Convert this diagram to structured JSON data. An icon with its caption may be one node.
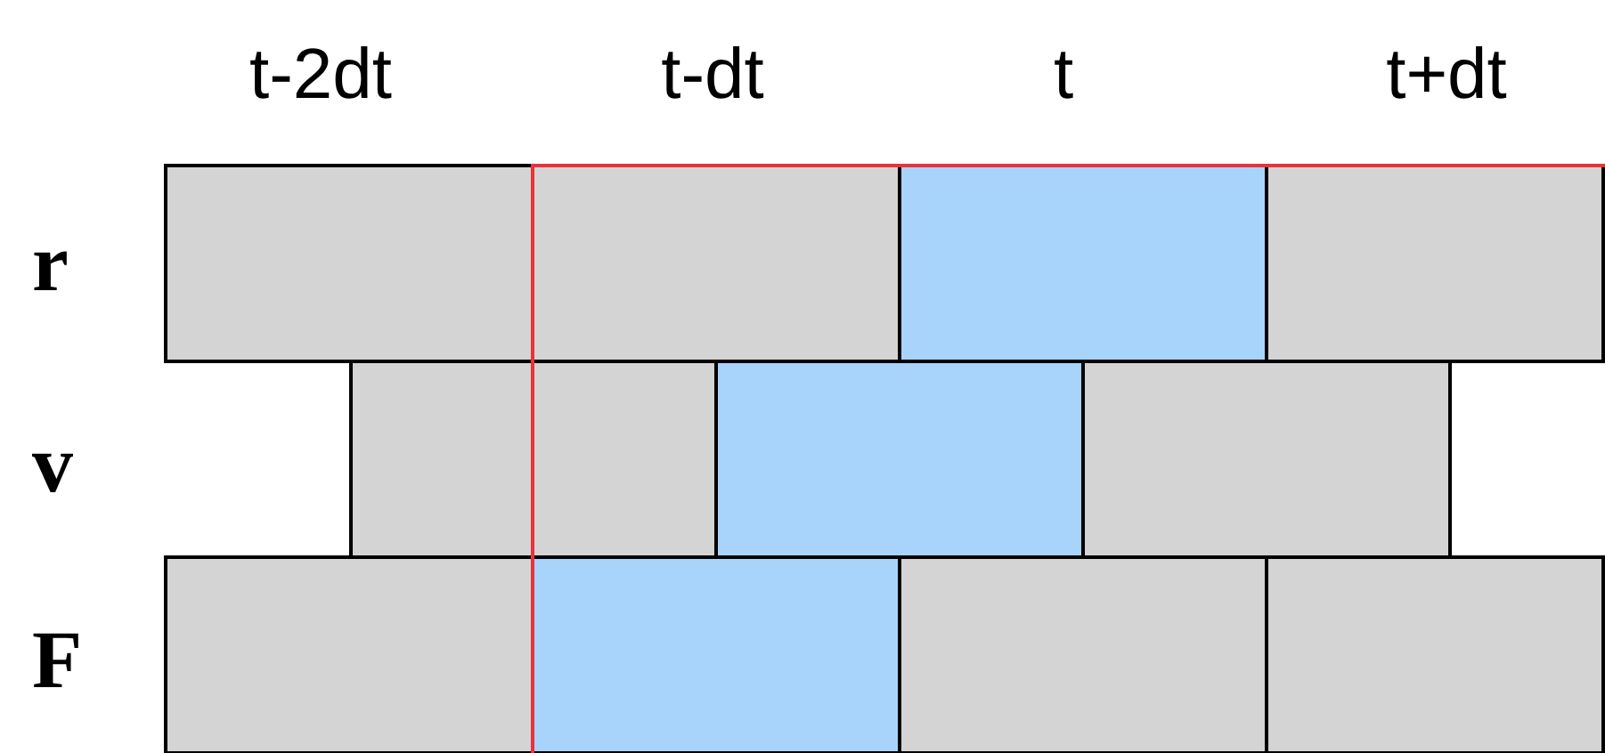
{
  "diagram": {
    "labels": [
      "t-2dt",
      "t-dt",
      "t",
      "t+dt",
      "r",
      "v",
      "F"
    ]
  }
}
